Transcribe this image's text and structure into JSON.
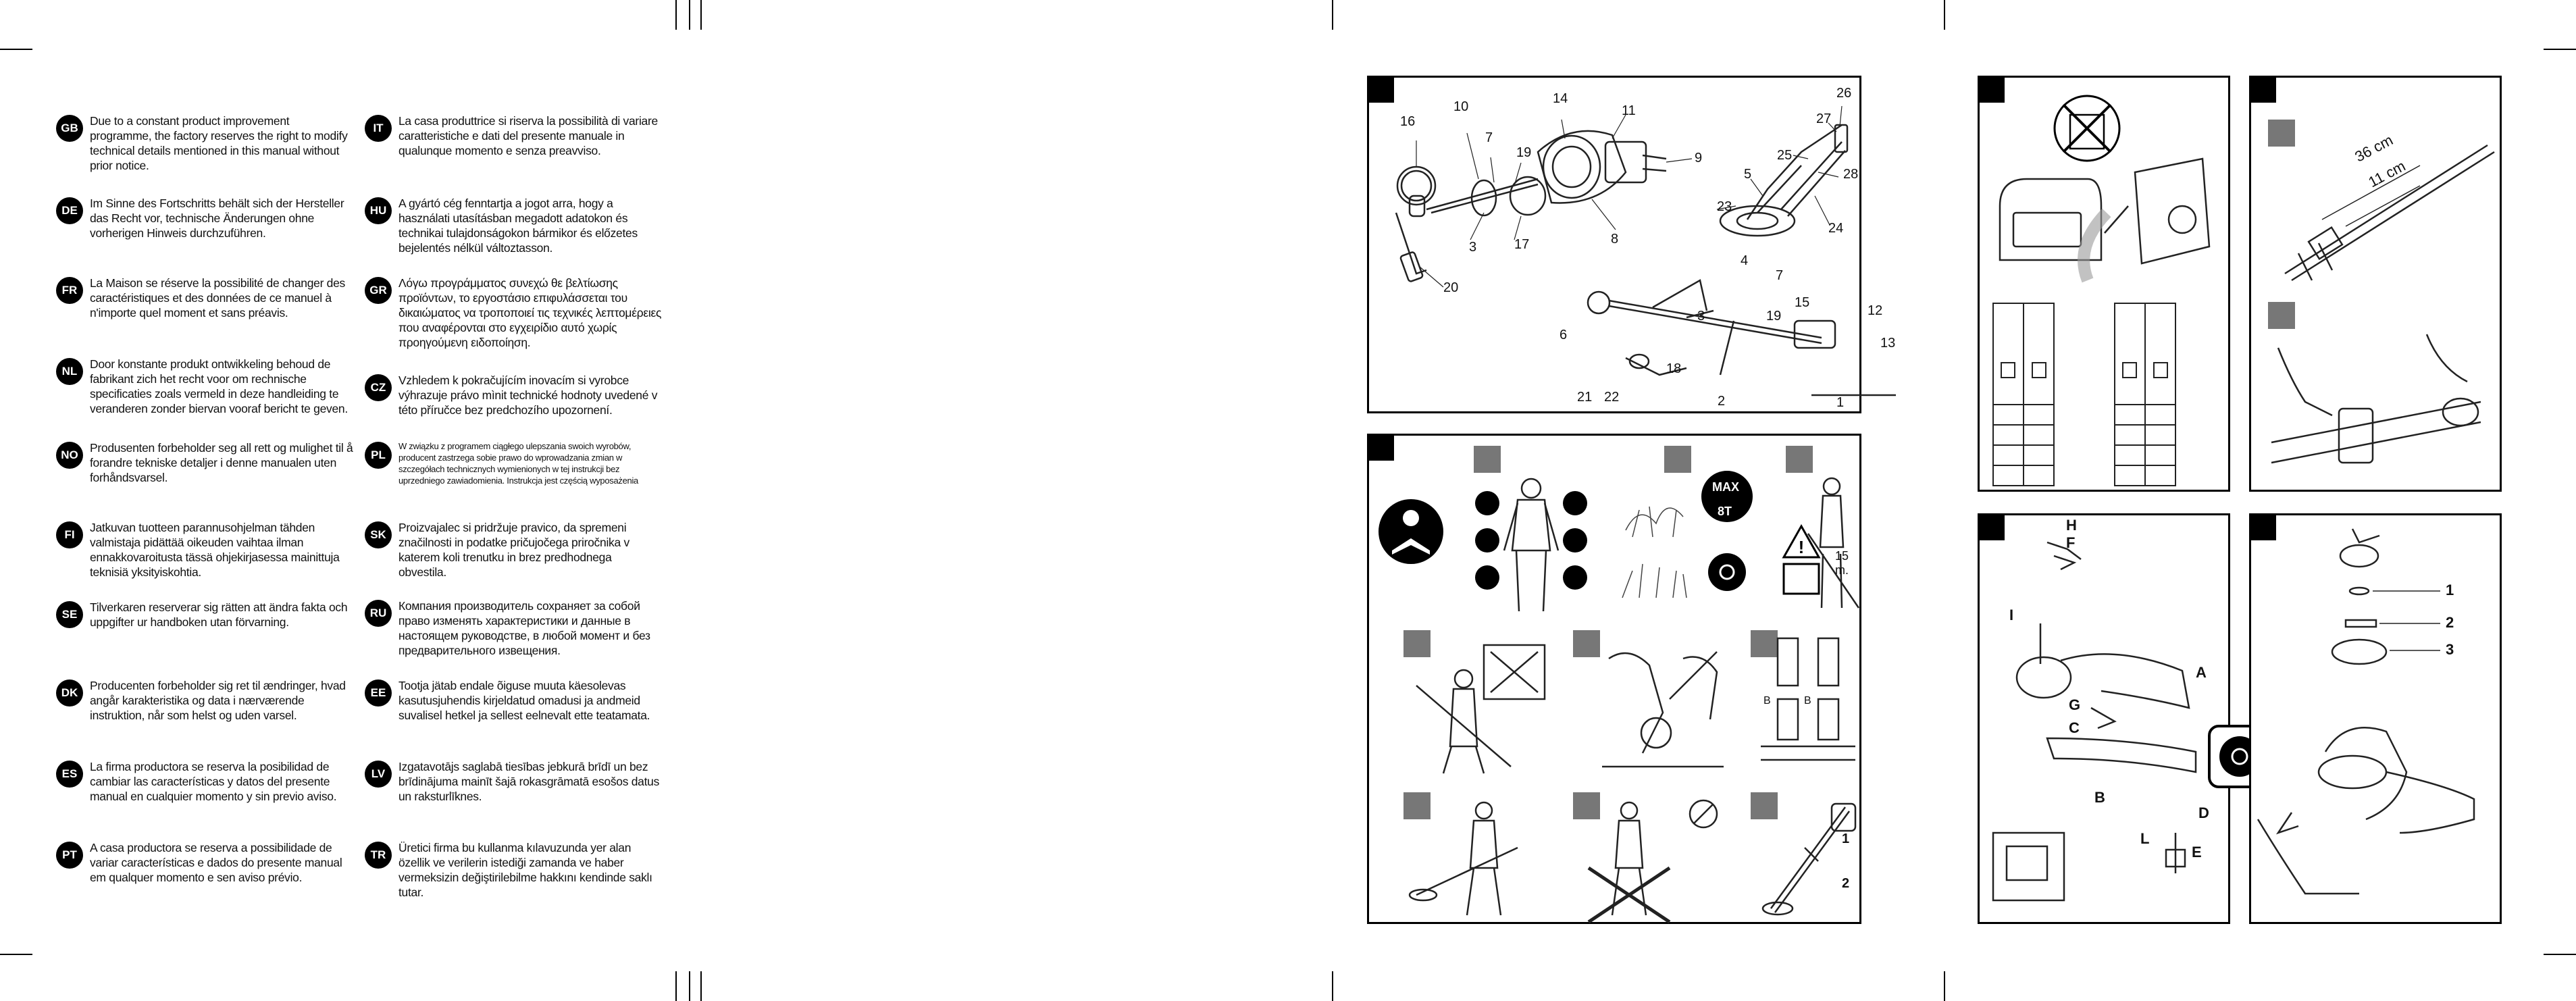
{
  "notices": [
    {
      "code": "GB",
      "text": "Due to a constant product improvement programme, the factory reserves the right to modify technical details mentioned in this manual without prior notice."
    },
    {
      "code": "DE",
      "text": "Im Sinne des Fortschritts behält sich der Hersteller das Recht vor, technische Änderungen ohne vorherigen Hinweis durchzuführen."
    },
    {
      "code": "FR",
      "text": "La Maison se réserve la possibilité de changer des caractéristiques et des données de ce manuel à n'importe quel moment et sans préavis."
    },
    {
      "code": "NL",
      "text": "Door konstante produkt ontwikkeling behoud de fabrikant zich het recht voor om rechnische specificaties zoals vermeld in deze handleiding te veranderen zonder biervan vooraf bericht te geven."
    },
    {
      "code": "NO",
      "text": "Produsenten forbeholder seg all rett og mulighet til å forandre tekniske detaljer i denne manualen uten forhåndsvarsel."
    },
    {
      "code": "FI",
      "text": "Jatkuvan tuotteen parannusohjelman tähden valmistaja pidättää oikeuden vaihtaa ilman ennakkovaroitusta tässä ohjekirjasessa mainittuja teknisiä yksityiskohtia."
    },
    {
      "code": "SE",
      "text": "Tilverkaren reserverar sig rätten att ändra fakta och uppgifter ur handboken utan förvarning."
    },
    {
      "code": "DK",
      "text": "Producenten forbeholder sig ret til ændringer, hvad angår karakteristika og data i nærværende instruktion, når som helst og uden varsel."
    },
    {
      "code": "ES",
      "text": "La firma productora se reserva la posibilidad de cambiar las características y datos del presente manual en cualquier momento y sin previo aviso."
    },
    {
      "code": "PT",
      "text": "A casa productora se reserva a possibilidade de variar características e dados do presente manual em qualquer momento e sen aviso prévio."
    },
    {
      "code": "IT",
      "text": "La casa produttrice si riserva la possibilità di variare caratteristiche e dati del presente manuale in qualunque momento e senza preavviso."
    },
    {
      "code": "HU",
      "text": "A gyártó cég fenntartja a jogot arra, hogy a használati utasításban megadott adatokon és technikai tulajdonságokon bármikor és előzetes bejelentés nélkül változtasson."
    },
    {
      "code": "GR",
      "text": "Λόγω προγράμματος συνεχώ θε βελτίωσης προϊόντων, το εργοστάσιο επιφυλάσσεται του δικαιώματος να τροποποιεί τις τεχνικές λεπτομέρειες που αναφέρονται στο εγχειρίδιο αυτό χωρίς προηγούμενη ειδοποίηση."
    },
    {
      "code": "CZ",
      "text": "Vzhledem k pokračujícím inovacím si vyrobce výhrazuje právo mìnit technické hodnoty uvedené v této příručce bez predchozího upozornení."
    },
    {
      "code": "PL",
      "text": "W związku z programem ciągłego ulepszania swoich wyrobów, producent zastrzega sobie prawo do wprowadzania zmian w szczegółach technicznych wymienionych w tej instrukcji bez uprzedniego zawiadomienia. Instrukcja jest częścią wyposażenia"
    },
    {
      "code": "SK",
      "text": "Proizvajalec si pridržuje pravico, da spremeni značilnosti in podatke pričujočega priročnika v katerem koli trenutku in brez predhodnega obvestila."
    },
    {
      "code": "RU",
      "text": "Компания производитель сохраняет за собой право изменять характеристики и данные в настоящем руководстве, в любой момент и без предварительного извещения."
    },
    {
      "code": "EE",
      "text": "Tootja jätab endale õiguse muuta käesolevas kasutusjuhendis kirjeldatud omadusi ja andmeid suvalisel hetkel ja sellest eelnevalt ette teatamata."
    },
    {
      "code": "LV",
      "text": "Izgatavotājs saglabā tiesības jebkurā brīdī un bez brīdinājuma mainīt šajā rokasgrāmatā esošos datus un raksturlīknes."
    },
    {
      "code": "TR",
      "text": "Üretici firma bu kullanma kılavuzunda yer alan özellik ve verilerin istediği zamanda ve haber vermeksizin değiştirilebilme hakkını kendinde saklı tutar."
    }
  ],
  "fig1": {
    "labels": [
      "16",
      "10",
      "7",
      "14",
      "11",
      "9",
      "19",
      "3",
      "17",
      "8",
      "20",
      "26",
      "27",
      "25",
      "28",
      "5",
      "23",
      "24",
      "4",
      "7",
      "3",
      "19",
      "15",
      "12",
      "13",
      "6",
      "18",
      "21",
      "22",
      "2",
      "1"
    ]
  },
  "fig2": {
    "fuel_badge_line1": "MAX",
    "fuel_badge_line2": "8T",
    "distance": "15 m.",
    "label_b": "B",
    "label_b2": "B",
    "callout_1": "1",
    "callout_2": "2"
  },
  "fig4": {
    "dim_long": "36 cm",
    "dim_short": "11 cm"
  },
  "fig5": {
    "labels": [
      "H",
      "F",
      "I",
      "A",
      "G",
      "C",
      "B",
      "D",
      "L",
      "E"
    ]
  },
  "fig6": {
    "labels": [
      "1",
      "2",
      "3"
    ]
  }
}
